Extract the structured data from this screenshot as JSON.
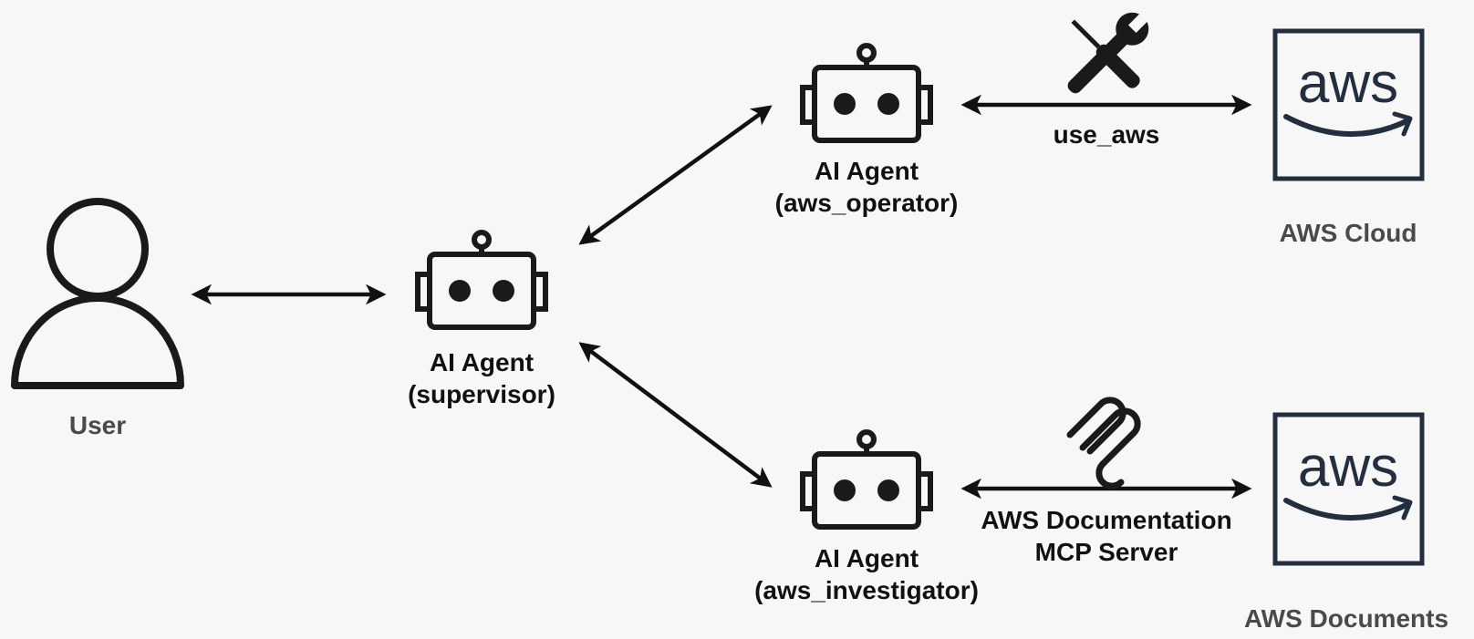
{
  "user": {
    "label": "User"
  },
  "supervisor": {
    "line1": "AI Agent",
    "line2": "(supervisor)"
  },
  "operator": {
    "line1": "AI Agent",
    "line2": "(aws_operator)"
  },
  "investigator": {
    "line1": "AI Agent",
    "line2": "(aws_investigator)"
  },
  "aws_cloud": {
    "logo_text": "aws",
    "label": "AWS Cloud"
  },
  "aws_documents": {
    "logo_text": "aws",
    "label": "AWS Documents"
  },
  "connections": {
    "use_aws": {
      "label": "use_aws",
      "icon": "tools-icon"
    },
    "mcp": {
      "line1": "AWS Documentation",
      "line2": "MCP Server",
      "icon": "mcp-icon"
    }
  },
  "colors": {
    "background": "#f7f7f7",
    "stroke": "#1a1a1a",
    "aws_box": "#232f3e",
    "label_gray": "#4a4a4a"
  }
}
